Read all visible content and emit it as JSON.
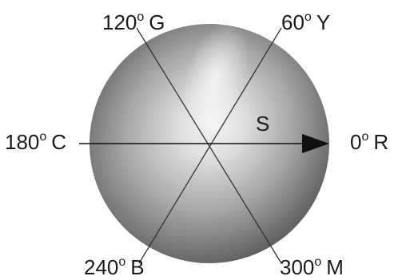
{
  "diagram": {
    "center_label": "S",
    "labels": {
      "r": {
        "angle": "0",
        "degree_mark": "o",
        "letter": "R"
      },
      "y": {
        "angle": "60",
        "degree_mark": "o",
        "letter": "Y"
      },
      "g": {
        "angle": "120",
        "degree_mark": "o",
        "letter": "G"
      },
      "c": {
        "angle": "180",
        "degree_mark": "o",
        "letter": "C"
      },
      "b": {
        "angle": "240",
        "degree_mark": "o",
        "letter": "B"
      },
      "m": {
        "angle": "300",
        "degree_mark": "o",
        "letter": "M"
      }
    },
    "colors": {
      "sphere_light": "#f4f4f4",
      "sphere_mid": "#a9a9a9",
      "sphere_dark": "#4a4a4a",
      "line": "#333333",
      "arrow": "#111111"
    }
  }
}
